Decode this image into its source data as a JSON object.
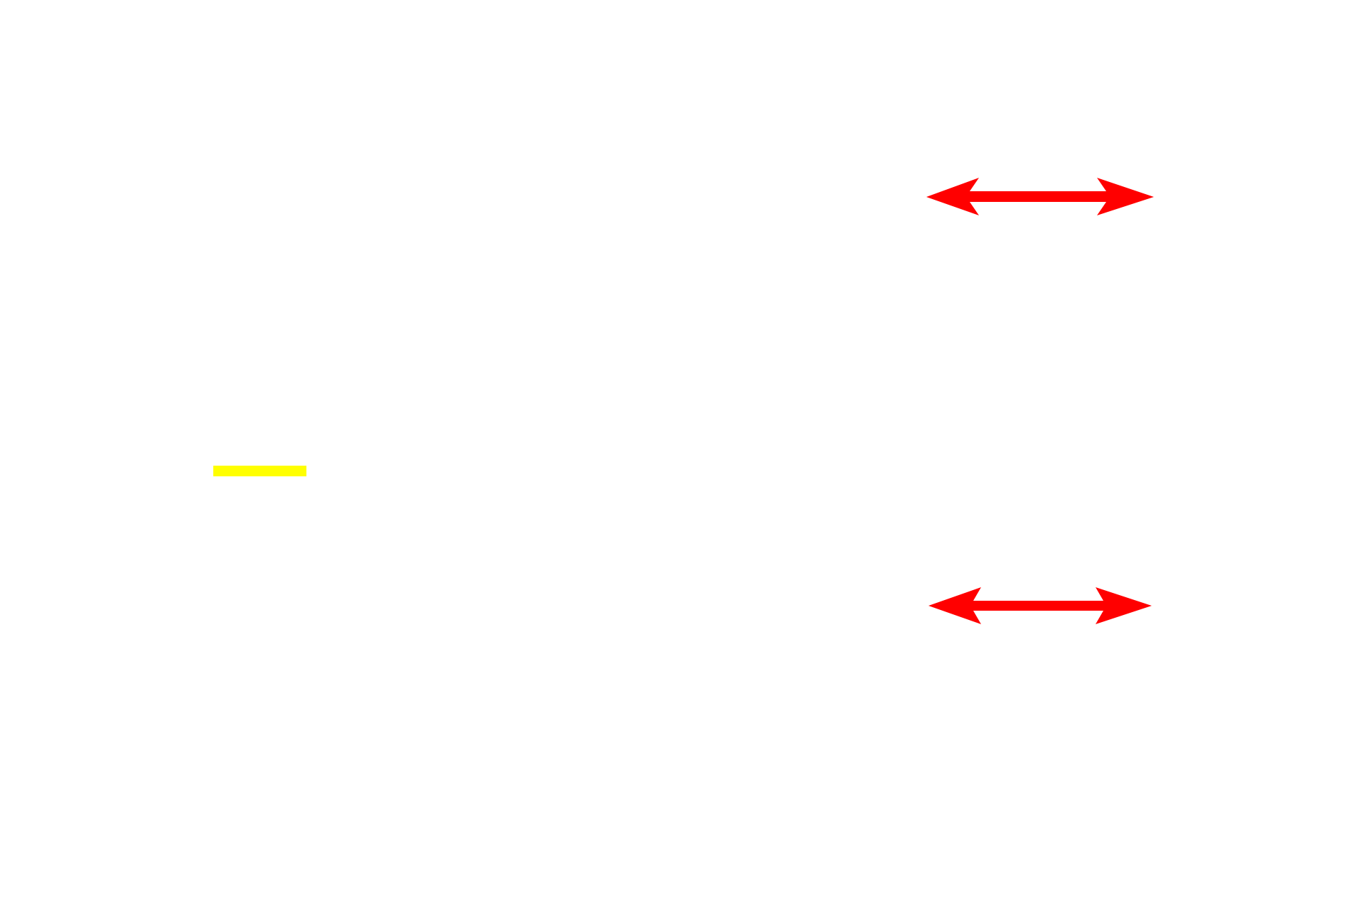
{
  "colors": {
    "background": "#ffffff",
    "arrow": "#ff0000",
    "marker": "#ffff00"
  },
  "annotations": [
    {
      "kind": "double-arrow",
      "icon": "double-headed-arrow-icon",
      "color": "#ff0000"
    },
    {
      "kind": "double-arrow",
      "icon": "double-headed-arrow-icon",
      "color": "#ff0000"
    },
    {
      "kind": "bar-marker",
      "icon": "horizontal-bar-icon",
      "color": "#ffff00"
    }
  ]
}
